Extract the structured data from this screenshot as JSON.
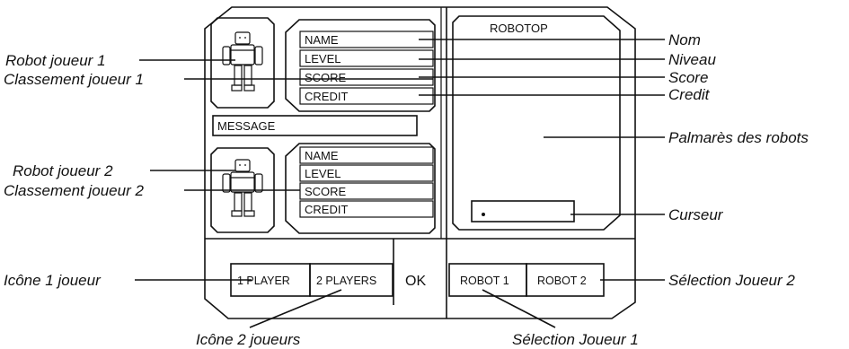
{
  "screen": {
    "player1_fields": [
      "NAME",
      "LEVEL",
      "SCORE",
      "CREDIT"
    ],
    "player2_fields": [
      "NAME",
      "LEVEL",
      "SCORE",
      "CREDIT"
    ],
    "message_label": "MESSAGE",
    "robotop_title": "ROBOTOP",
    "buttons": {
      "one_player": "1 PLAYER",
      "two_players": "2 PLAYERS",
      "ok": "OK",
      "robot1": "ROBOT 1",
      "robot2": "ROBOT 2"
    }
  },
  "callouts": {
    "robot_joueur_1": "Robot joueur 1",
    "classement_joueur_1": "Classement joueur 1",
    "robot_joueur_2": "Robot joueur 2",
    "classement_joueur_2": "Classement joueur 2",
    "icone_1_joueur": "Icône 1 joueur",
    "icone_2_joueurs": "Icône 2 joueurs",
    "nom": "Nom",
    "niveau": "Niveau",
    "score": "Score",
    "credit": "Credit",
    "palmares": "Palmarès des robots",
    "curseur": "Curseur",
    "selection_joueur_2": "Sélection Joueur 2",
    "selection_joueur_1": "Sélection Joueur 1"
  }
}
